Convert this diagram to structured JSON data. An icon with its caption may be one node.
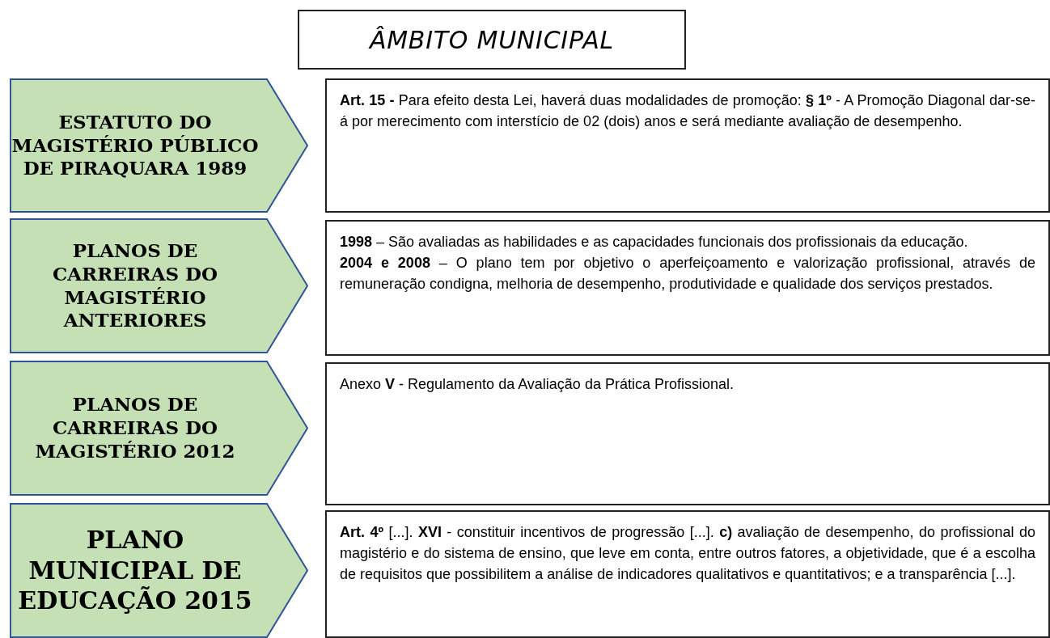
{
  "diagram": {
    "nodes": [
      {
        "text": [
          "ÂMBITO MUNICIPAL"
        ]
      },
      {
        "text": [
          "ESTATUTO DO MAGISTÉRIO PÚBLICO DE PIRAQUARA 1989"
        ]
      },
      {
        "text": [
          "**Art. 15 -** Para efeito desta Lei, haverá duas modalidades de promoção: **§ 1º** - A Promoção Diagonal dar-se-á por merecimento com interstício de 02 (dois) anos e será mediante avaliação de desempenho."
        ]
      },
      {
        "text": [
          "PLANOS DE CARREIRAS DO MAGISTÉRIO ANTERIORES"
        ]
      },
      {
        "text": [
          "**1998** – São avaliadas as habilidades e as capacidades funcionais dos profissionais da educação.",
          "**2004 e 2008** – O plano tem por objetivo o aperfeiçoamento e valorização profissional, através de remuneração condigna, melhoria de desempenho, produtividade e qualidade dos serviços prestados."
        ]
      },
      {
        "text": [
          "PLANOS DE CARREIRAS DO MAGISTÉRIO 2012"
        ]
      },
      {
        "text": [
          "Anexo **V** - Regulamento da Avaliação da Prática Profissional."
        ]
      },
      {
        "text": [
          "PLANO MUNICIPAL DE EDUCAÇÃO 2015"
        ]
      },
      {
        "text": [
          "**Art. 4º** [...]. **XVI** - constituir incentivos de progressão [...]. **c)** avaliação de desempenho, do profissional do magistério e do sistema de ensino, que leve em conta, entre outros fatores, a objetividade, que é a escolha de requisitos que possibilitem a análise de indicadores qualitativos e quantitativos; e a transparência [...]."
        ]
      }
    ]
  }
}
